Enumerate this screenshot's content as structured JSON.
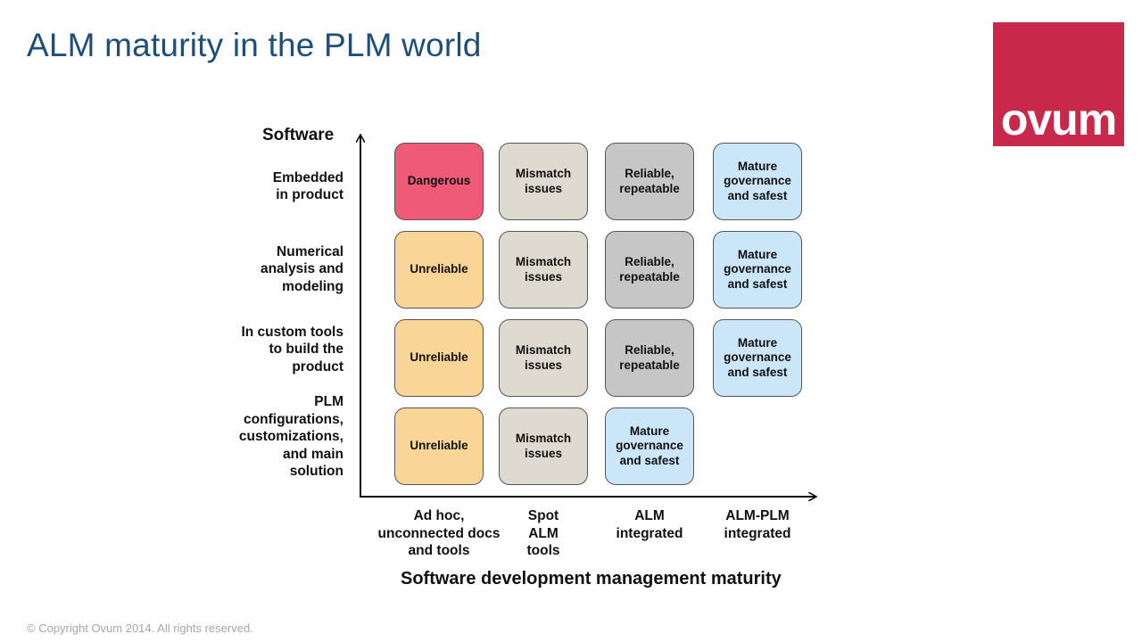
{
  "slide": {
    "title": "ALM maturity in the PLM world",
    "logo_text": "ovum",
    "copyright": "© Copyright Ovum 2014. All rights reserved."
  },
  "diagram": {
    "y_axis_title": "Software",
    "x_axis_title": "Software development management maturity",
    "rows": [
      "Embedded\nin product",
      "Numerical\nanalysis and\nmodeling",
      "In custom tools\nto build the\nproduct",
      "PLM\nconfigurations,\ncustomizations,\nand main\nsolution"
    ],
    "columns": [
      "Ad hoc,\nunconnected docs\nand tools",
      "Spot\nALM\ntools",
      "ALM\nintegrated",
      "ALM-PLM\nintegrated"
    ],
    "cells": [
      [
        "Dangerous",
        "Mismatch\nissues",
        "Reliable,\nrepeatable",
        "Mature\ngovernance\nand safest"
      ],
      [
        "Unreliable",
        "Mismatch\nissues",
        "Reliable,\nrepeatable",
        "Mature\ngovernance\nand safest"
      ],
      [
        "Unreliable",
        "Mismatch\nissues",
        "Reliable,\nrepeatable",
        "Mature\ngovernance\nand safest"
      ],
      [
        "Unreliable",
        "Mismatch\nissues",
        "Mature\ngovernance\nand safest"
      ]
    ],
    "colors": {
      "dangerous": "#ee5a78",
      "unreliable": "#f9d597",
      "mismatch": "#dedad0",
      "reliable": "#c6c6c6",
      "mature": "#cbe6f8",
      "title": "#1f4e79",
      "logo": "#c8294a"
    }
  }
}
